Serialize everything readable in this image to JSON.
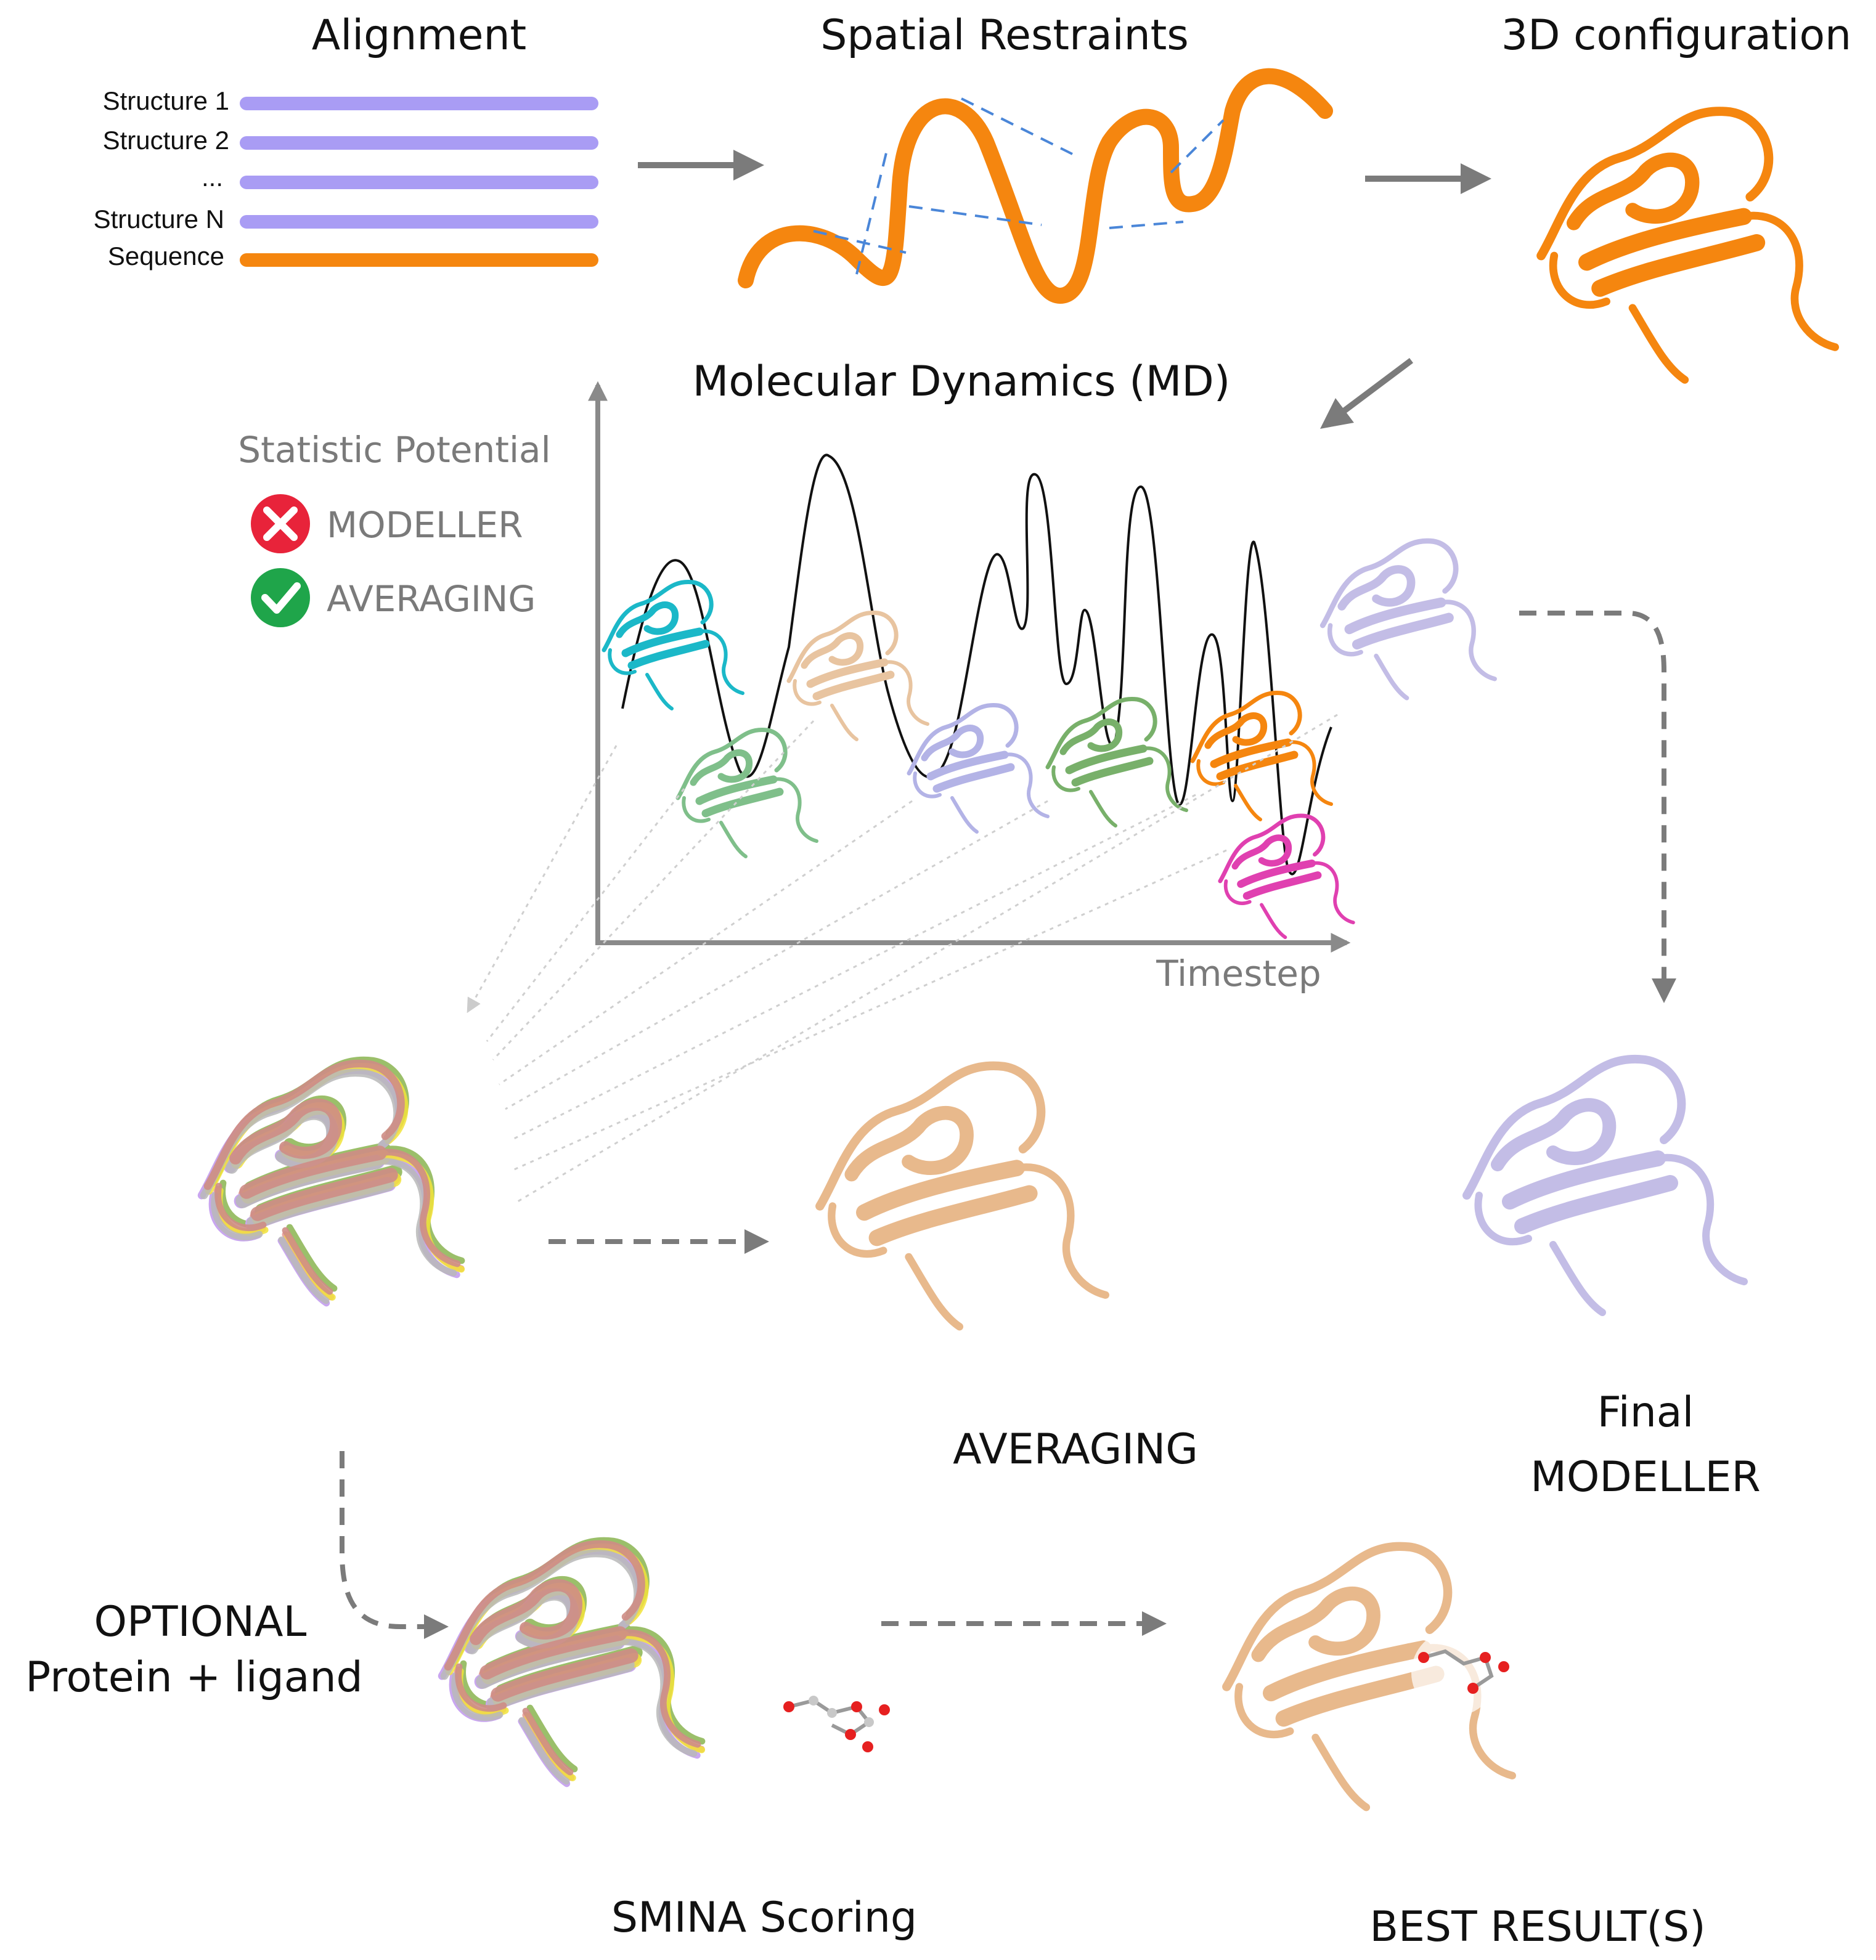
{
  "headings": {
    "alignment": "Alignment",
    "spatial_restraints": "Spatial Restraints",
    "configuration_3d": "3D configuration",
    "molecular_dynamics": "Molecular Dynamics (MD)"
  },
  "alignment_rows": [
    {
      "label": "Structure 1",
      "color": "#a99cf4"
    },
    {
      "label": "Structure 2",
      "color": "#a99cf4"
    },
    {
      "label": "...",
      "color": "#a99cf4"
    },
    {
      "label": "Structure N",
      "color": "#a99cf4"
    },
    {
      "label": "Sequence",
      "color": "#f5860f"
    }
  ],
  "statistic_potential": {
    "title": "Statistic Potential",
    "items": [
      {
        "label": "MODELLER",
        "status": "rejected",
        "icon": "x-circle-icon",
        "color": "#e8233a"
      },
      {
        "label": "AVERAGING",
        "status": "accepted",
        "icon": "check-circle-icon",
        "color": "#1fa54a"
      }
    ]
  },
  "md_plot": {
    "x_axis_label": "Timestep",
    "snapshot_colors": [
      "#1bb8c8",
      "#7fbf8a",
      "#e8c4a0",
      "#b3b3e6",
      "#78b06a",
      "#f5860f",
      "#e040b0",
      "#c3bde6"
    ]
  },
  "results": {
    "averaging_label": "AVERAGING",
    "final_label_line1": "Final",
    "final_label_line2": "MODELLER",
    "optional_line1": "OPTIONAL",
    "optional_line2": "Protein + ligand",
    "smina_label": "SMINA Scoring",
    "best_label": "BEST RESULT(S)"
  },
  "colors": {
    "orange": "#f5860f",
    "purple_bar": "#a99cf4",
    "tan_protein": "#e8b98c",
    "lavender_protein": "#c3bde6",
    "arrow_gray": "#7b7b7b",
    "axis_gray": "#8a8a8a"
  }
}
